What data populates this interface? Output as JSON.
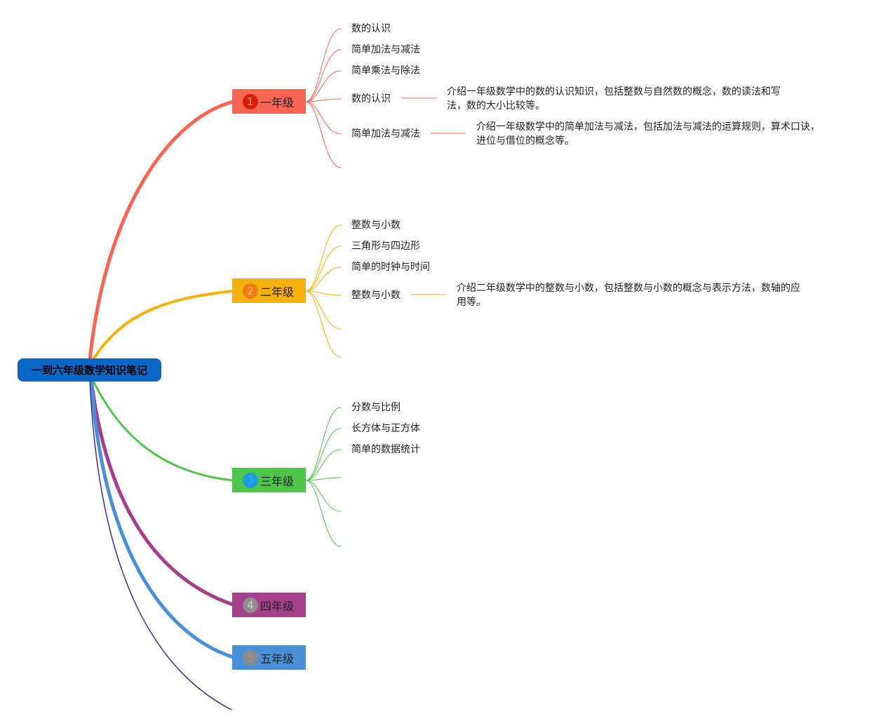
{
  "root": {
    "title": "一到六年级数学知识笔记"
  },
  "colors": {
    "root": "#0b67c4",
    "grade1": "#f96555",
    "grade2": "#f5b10a",
    "grade3": "#4ec44a",
    "grade4": "#a53f8c",
    "grade5": "#4a90d9",
    "grade6": "#3d2f8a"
  },
  "grades": [
    {
      "number": "1",
      "label": "一年级",
      "topics": [
        "数的认识",
        "简单加法与减法",
        "简单乘法与除法",
        "数的认识",
        "简单加法与减法"
      ],
      "notes": [
        "介绍一年级数学中的数的认识知识，包括整数与自然数的概念，数的读法和写法，数的大小比较等。",
        "介绍一年级数学中的简单加法与减法，包括加法与减法的运算规则，算术口诀，进位与借位的概念等。"
      ]
    },
    {
      "number": "2",
      "label": "二年级",
      "topics": [
        "整数与小数",
        "三角形与四边形",
        "简单的时钟与时间",
        "整数与小数"
      ],
      "notes": [
        "介绍二年级数学中的整数与小数，包括整数与小数的概念与表示方法，数轴的应用等。"
      ]
    },
    {
      "number": "3",
      "label": "三年级",
      "topics": [
        "分数与比例",
        "长方体与正方体",
        "简单的数据统计"
      ]
    },
    {
      "number": "4",
      "label": "四年级"
    },
    {
      "number": "5",
      "label": "五年级"
    }
  ]
}
